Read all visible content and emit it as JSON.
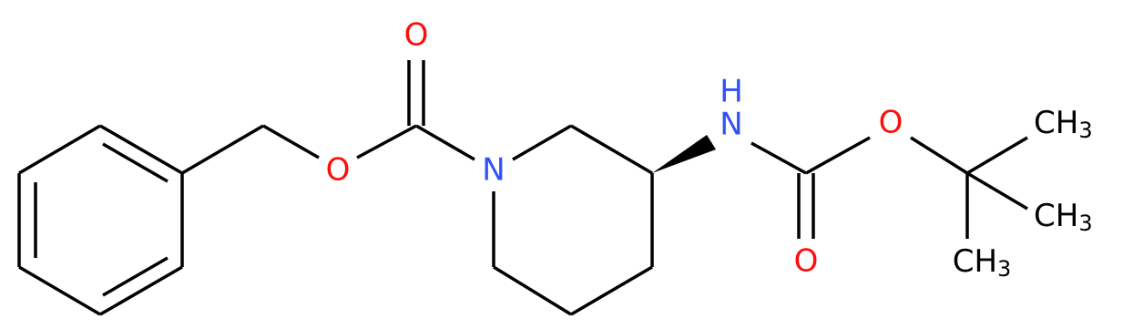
{
  "colors": {
    "bond": "#000000",
    "oxygen": "#ff0d0d",
    "nitrogen": "#3050f8",
    "carbon": "#000000"
  },
  "atoms": {
    "carbonyl_o_top": "O",
    "ester_o_left": "O",
    "ring_n": "N",
    "nh_n": "N",
    "nh_h": "H",
    "ester_o_right": "O",
    "carbonyl_o_bottom": "O",
    "ch3_top": {
      "main": "CH",
      "sub": "3"
    },
    "ch3_mid": {
      "main": "CH",
      "sub": "3"
    },
    "ch3_bottom": {
      "main": "CH",
      "sub": "3"
    }
  }
}
